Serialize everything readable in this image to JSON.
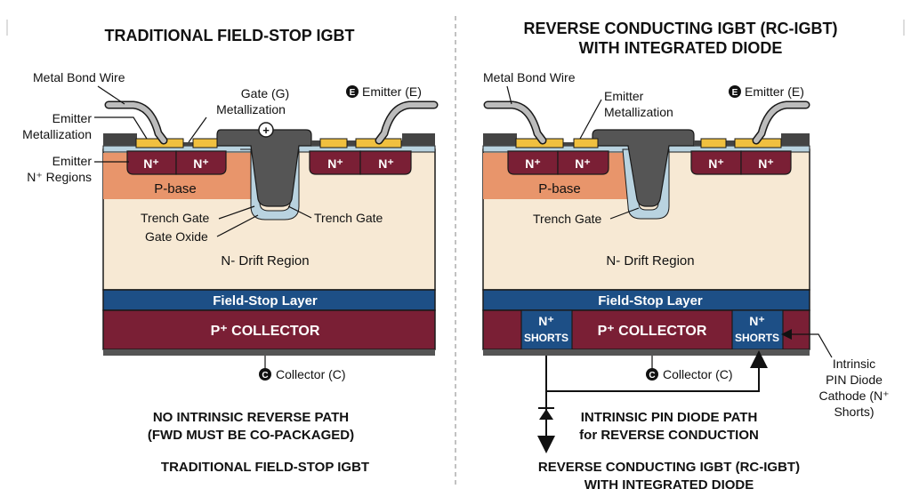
{
  "colors": {
    "drift": "#f7e9d4",
    "pbase": "#e8956b",
    "nplus": "#7a1f35",
    "collector": "#7a1f35",
    "field_stop": "#1d4f86",
    "oxide": "#b9d3e0",
    "gate_metal": "#555555",
    "emitter_metal": "#f0c03f",
    "bond_wire": "#bcbcbc",
    "outline": "#1a1a1a"
  },
  "left": {
    "title": "TRADITIONAL FIELD-STOP IGBT",
    "labels": {
      "bond_wire": "Metal Bond Wire",
      "emitter_metal_l1": "Emitter",
      "emitter_metal_l2": "Metallization",
      "emitter_n_l1": "Emitter",
      "emitter_n_l2": "N⁺ Regions",
      "gate_l1": "Gate (G)",
      "gate_l2": "Metallization",
      "gate_symbol": "+",
      "emitter_badge": "E",
      "emitter_terminal": "Emitter (E)",
      "trench_gate_a": "Trench Gate",
      "gate_oxide": "Gate Oxide",
      "trench_gate_b": "Trench Gate",
      "collector_badge": "C",
      "collector_terminal": "Collector (C)"
    },
    "regions": {
      "n_plus_1": "N⁺",
      "n_plus_2": "N⁺",
      "n_plus_3": "N⁺",
      "n_plus_4": "N⁺",
      "p_base": "P-base",
      "drift": "N- Drift Region",
      "field_stop": "Field-Stop Layer",
      "collector": "P⁺ COLLECTOR"
    },
    "caption_l1": "NO INTRINSIC REVERSE PATH",
    "caption_l2": "(FWD MUST BE CO-PACKAGED)",
    "footer": "TRADITIONAL FIELD-STOP IGBT"
  },
  "right": {
    "title_l1": "REVERSE CONDUCTING IGBT (RC-IGBT)",
    "title_l2": "WITH INTEGRATED DIODE",
    "labels": {
      "bond_wire": "Metal Bond Wire",
      "emitter_metal_l1": "Emitter",
      "emitter_metal_l2": "Metallization",
      "emitter_badge": "E",
      "emitter_terminal": "Emitter (E)",
      "trench_gate": "Trench Gate",
      "collector_badge": "C",
      "collector_terminal": "Collector (C)",
      "cathode_l1": "Intrinsic",
      "cathode_l2": "PIN Diode",
      "cathode_l3": "Cathode (N⁺",
      "cathode_l4": "Shorts)"
    },
    "regions": {
      "n_plus_1": "N⁺",
      "n_plus_2": "N⁺",
      "n_plus_3": "N⁺",
      "n_plus_4": "N⁺",
      "p_base": "P-base",
      "drift": "N- Drift Region",
      "field_stop": "Field-Stop Layer",
      "collector": "P⁺ COLLECTOR",
      "shorts_1_l1": "N⁺",
      "shorts_1_l2": "SHORTS",
      "shorts_2_l1": "N⁺",
      "shorts_2_l2": "SHORTS"
    },
    "caption_l1": "INTRINSIC PIN DIODE PATH",
    "caption_l2": "for REVERSE CONDUCTION",
    "footer_l1": "REVERSE CONDUCTING IGBT (RC-IGBT)",
    "footer_l2": "WITH INTEGRATED DIODE"
  }
}
